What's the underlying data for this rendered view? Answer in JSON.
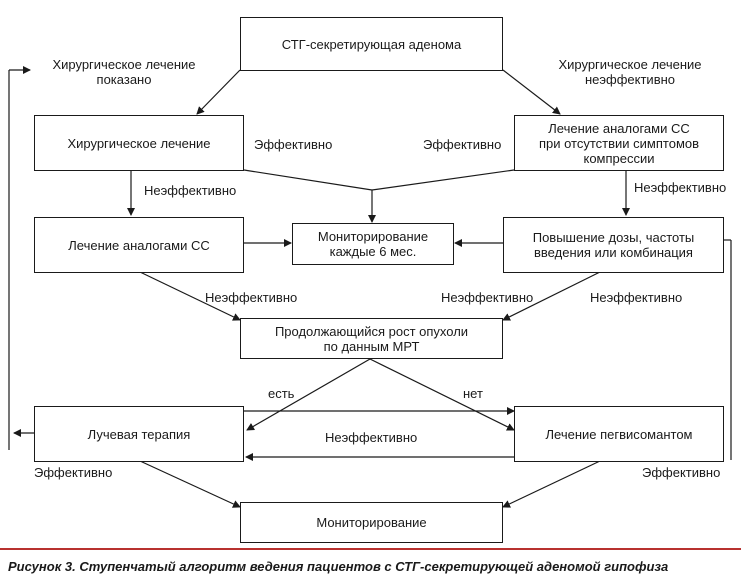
{
  "boxes": {
    "adenoma": "СТГ-секретирующая аденома",
    "surgery": "Хирургическое лечение",
    "ss_no_compression": "Лечение аналогами СС\nпри отсутствии симптомов\nкомпрессии",
    "ss_analogs": "Лечение аналогами СС",
    "monitoring_6m": "Мониторирование\nкаждые 6 мес.",
    "dose_increase": "Повышение дозы, частоты\nвведения или комбинация",
    "tumor_growth": "Продолжающийся рост опухоли\nпо данным МРТ",
    "radiation": "Лучевая терапия",
    "pegvisomant": "Лечение пегвисомантом",
    "monitoring": "Мониторирование"
  },
  "labels": {
    "surgery_indicated": "Хирургическое лечение\nпоказано",
    "surgery_ineffective": "Хирургическое лечение\nнеэффективно",
    "effective_left": "Эффективно",
    "effective_right": "Эффективно",
    "ineffective_1": "Неэффективно",
    "ineffective_2": "Неэффективно",
    "ineffective_3": "Неэффективно",
    "ineffective_4": "Неэффективно",
    "ineffective_5": "Неэффективно",
    "yes": "есть",
    "no": "нет",
    "ineffective_mid": "Неэффективно",
    "effective_bottom_left": "Эффективно",
    "effective_bottom_right": "Эффективно"
  },
  "caption": "Рисунок 3. Ступенчатый алгоритм ведения пациентов с СТГ-секретирующей аденомой гипофиза"
}
